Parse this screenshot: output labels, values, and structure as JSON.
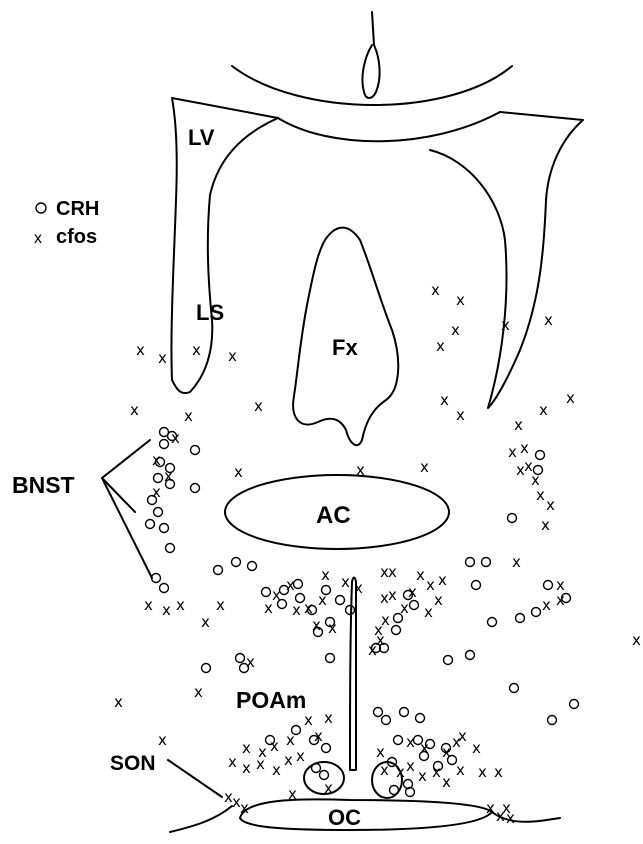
{
  "legend": {
    "crh_symbol": "o",
    "crh_label": "CRH",
    "cfos_symbol": "x",
    "cfos_label": "cfos"
  },
  "regions": {
    "lv": "LV",
    "ls": "LS",
    "fx": "Fx",
    "ac": "AC",
    "bnst": "BNST",
    "poam": "POAm",
    "son": "SON",
    "oc": "OC"
  },
  "marker_glyph_x": "x"
}
